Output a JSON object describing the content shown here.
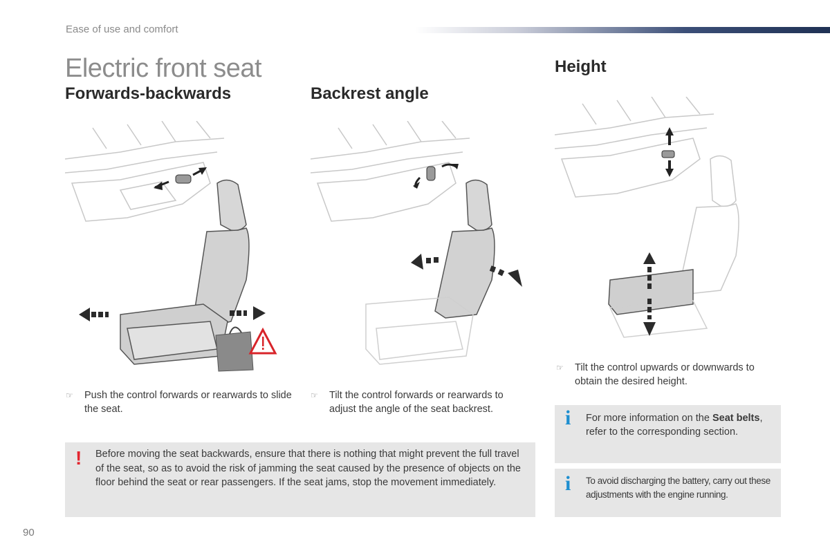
{
  "header": {
    "section": "Ease of use and comfort",
    "page_number": "90"
  },
  "page_title": "Electric front seat",
  "columns": [
    {
      "title": "Forwards-backwards",
      "icon": "seat-forward-backward-illustration",
      "bullet": "Push the control forwards or rearwards to slide the seat."
    },
    {
      "title": "Backrest angle",
      "icon": "seat-backrest-angle-illustration",
      "bullet": "Tilt the control forwards or rearwards to adjust the angle of the seat backrest."
    },
    {
      "title": "Height",
      "icon": "seat-height-illustration",
      "bullet": "Tilt the control upwards or downwards to obtain the desired height."
    }
  ],
  "bullet_marker": "☞",
  "warning": {
    "icon": "!",
    "text": "Before moving the seat backwards, ensure that there is nothing that might prevent the full travel of the seat, so as to avoid the risk of jamming the seat caused by the presence of objects on the floor behind the seat or rear passengers. If the seat jams, stop the movement immediately."
  },
  "info_boxes": [
    {
      "icon": "i",
      "text_before": "For more information on the ",
      "bold": "Seat belts",
      "text_after": ", refer to the corresponding section."
    },
    {
      "icon": "i",
      "text": "To avoid discharging the battery, carry out these adjustments with the engine running."
    }
  ],
  "colors": {
    "warning": "#e3262f",
    "info": "#1e8fd0",
    "box_bg": "#e6e6e6",
    "arrow": "#2b2b2b"
  }
}
